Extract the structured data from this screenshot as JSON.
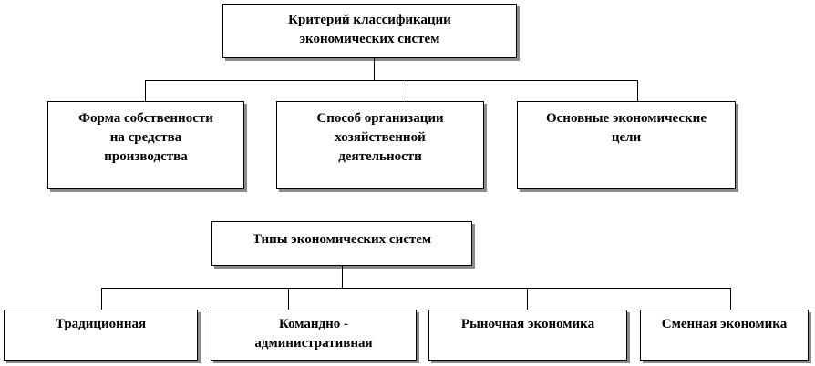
{
  "top": {
    "title": "Критерий   классификации\nэкономических  систем",
    "criteria": [
      "Форма  собственности\nна  средства\nпроизводства",
      "Способ  организации\nхозяйственной\nдеятельности",
      "Основные  экономические\nцели"
    ]
  },
  "bottom": {
    "title": "Типы  экономических  систем",
    "types": [
      "Традиционная",
      "Командно -\nадминистративная",
      "Рыночная  экономика",
      "Сменная  экономика"
    ]
  }
}
